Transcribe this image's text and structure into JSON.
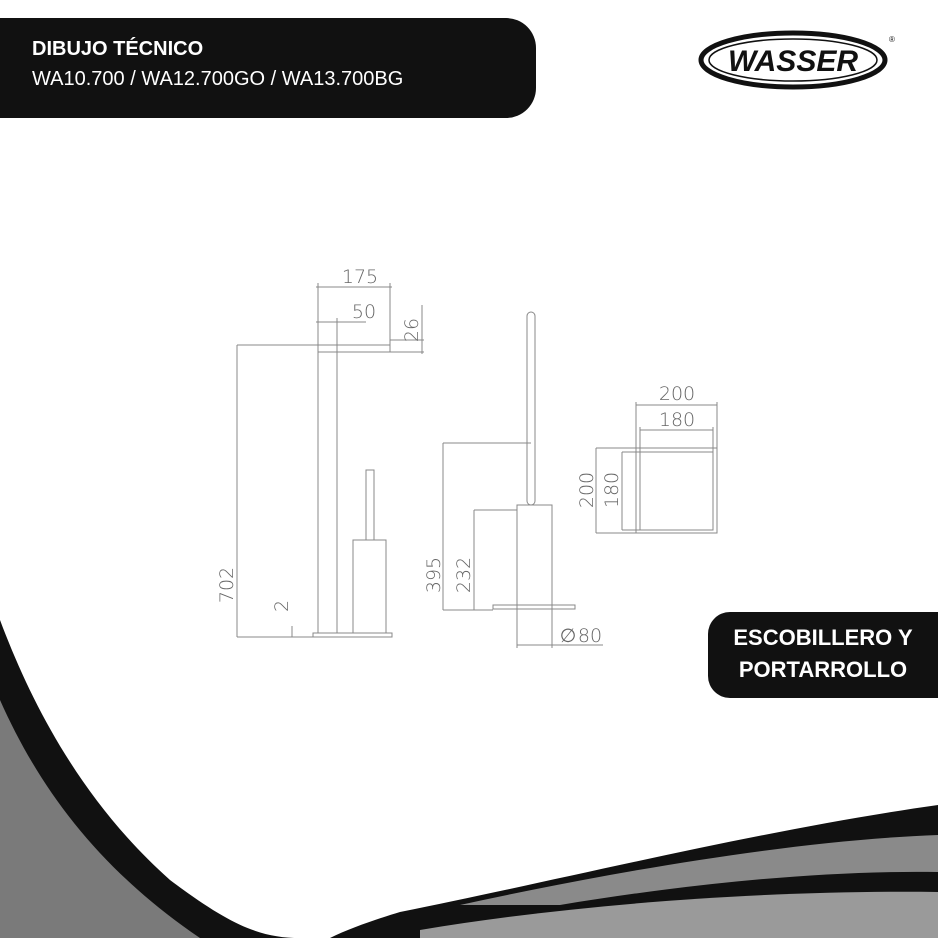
{
  "header": {
    "title": "DIBUJO TÉCNICO",
    "models": "WA10.700 / WA12.700GO / WA13.700BG"
  },
  "logo": {
    "text": "WASSER",
    "registered": "®"
  },
  "badge": {
    "line1": "ESCOBILLERO Y",
    "line2": "PORTARROLLO"
  },
  "dimensions": {
    "stand_width": "175",
    "arm_width": "50",
    "arm_height": "26",
    "total_height": "702",
    "base_thickness": "2",
    "brush_height": "395",
    "holder_height": "232",
    "holder_diameter": "80",
    "diameter_symbol": "∅",
    "box_outer_width": "200",
    "box_inner_width": "180",
    "box_outer_height": "200",
    "box_inner_height": "180"
  },
  "colors": {
    "dark": "#111111",
    "line": "#888888",
    "wave_gray": "#7a7a7a"
  }
}
